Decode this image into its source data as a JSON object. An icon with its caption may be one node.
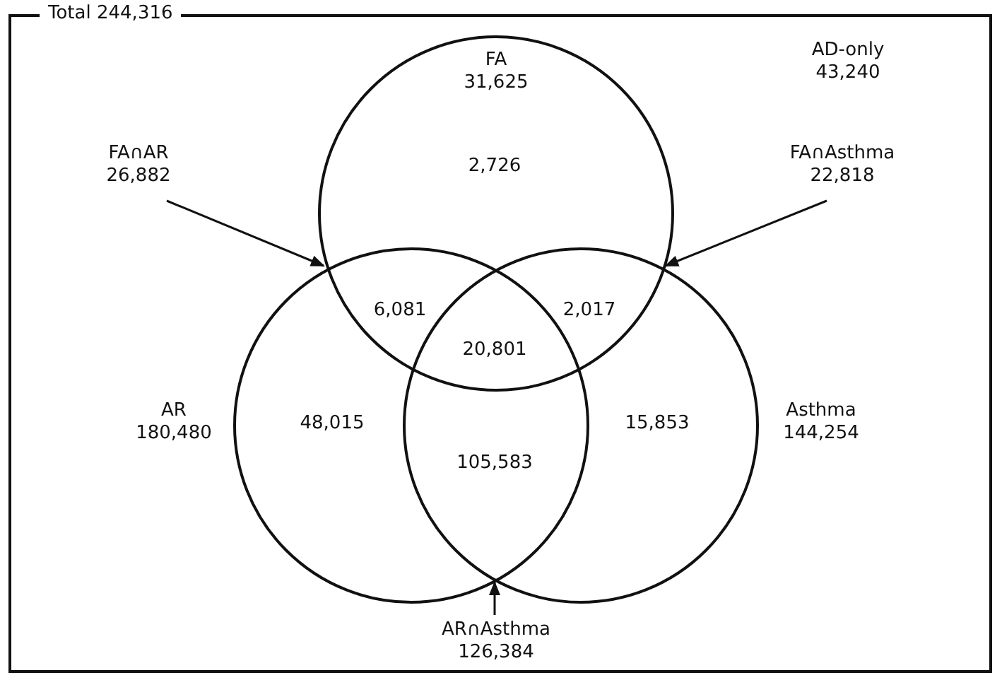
{
  "diagram": {
    "nodes": [
      {
        "text": [
          "Total 244,316"
        ]
      },
      {
        "text": [
          "FA",
          "31,625"
        ],
        "in": 0
      },
      {
        "text": [
          "AR",
          "180,480"
        ],
        "in": 0
      },
      {
        "text": [
          "Asthma",
          "144,254"
        ],
        "in": 0
      },
      {
        "text": [
          "FA∩AR 26,882"
        ],
        "in": 0
      },
      {
        "text": [
          "FA∩Asthma 22,818"
        ],
        "in": 0
      },
      {
        "text": [
          "AR∩Asthma 126,384"
        ],
        "in": 0
      }
    ],
    "edges": [
      {
        "from": 4,
        "to": 1,
        "arrow": "to"
      },
      {
        "from": 5,
        "to": 1,
        "arrow": "to"
      },
      {
        "from": 6,
        "to": 2,
        "arrow": "to"
      }
    ],
    "labels": [
      "AD-only 43,240",
      "2,726",
      "6,081",
      "2,017",
      "20,801",
      "48,015",
      "105,583",
      "15,853"
    ]
  }
}
